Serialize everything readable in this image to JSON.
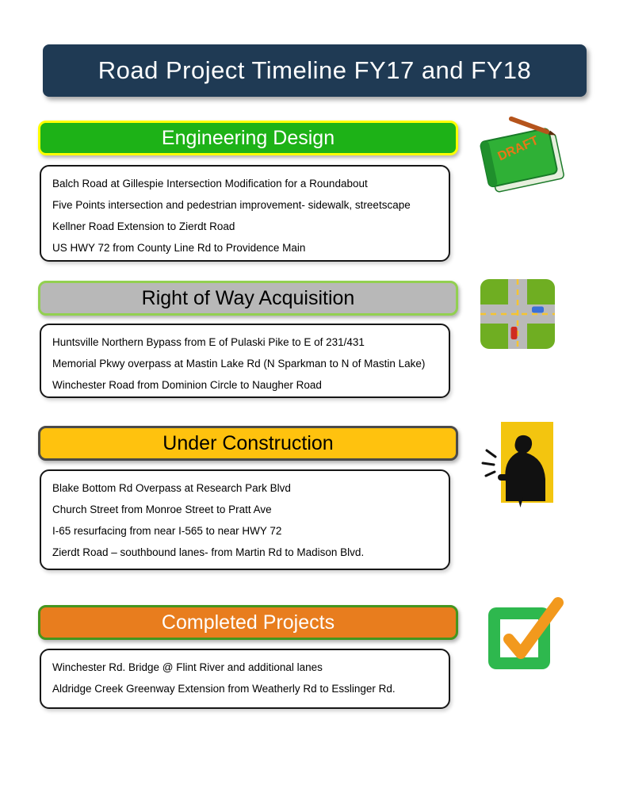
{
  "page": {
    "title": "Road Project Timeline FY17 and FY18",
    "background_color": "#ffffff",
    "title_bar_color": "#1f3a54",
    "title_text_color": "#ffffff"
  },
  "sections": [
    {
      "label": "Engineering Design",
      "icon": "draft-book-icon",
      "icon_text": "DRAFT",
      "header_fill": "#1db217",
      "header_border": "#ffff00",
      "header_text_color": "#ffffff",
      "items": [
        "Balch Road at Gillespie Intersection Modification for a Roundabout",
        "Five Points intersection and pedestrian improvement- sidewalk, streetscape",
        "Kellner Road Extension to Zierdt Road",
        "US HWY 72 from County Line Rd to Providence Main"
      ]
    },
    {
      "label": "Right of Way Acquisition",
      "icon": "intersection-icon",
      "header_fill": "#b8b8b8",
      "header_border": "#92d050",
      "header_text_color": "#000000",
      "items": [
        "Huntsville Northern Bypass from E of Pulaski Pike to E of 231/431",
        "Memorial Pkwy overpass at Mastin Lake Rd (N Sparkman to N of Mastin Lake)",
        "Winchester Road from Dominion Circle to Naugher Road"
      ]
    },
    {
      "label": "Under Construction",
      "icon": "jackhammer-icon",
      "header_fill": "#ffc20e",
      "header_border": "#4a4a4a",
      "header_text_color": "#000000",
      "items": [
        "Blake Bottom Rd Overpass at Research Park Blvd",
        "Church Street from Monroe Street to Pratt Ave",
        "I-65 resurfacing from near I-565 to near HWY 72",
        "Zierdt Road – southbound lanes- from Martin Rd to Madison Blvd."
      ]
    },
    {
      "label": "Completed Projects",
      "icon": "checkmark-icon",
      "header_fill": "#e87d1e",
      "header_border": "#44961f",
      "header_text_color": "#ffffff",
      "items": [
        "Winchester Rd. Bridge @ Flint River and additional lanes",
        "Aldridge Creek Greenway Extension from Weatherly Rd to Esslinger Rd."
      ]
    }
  ]
}
